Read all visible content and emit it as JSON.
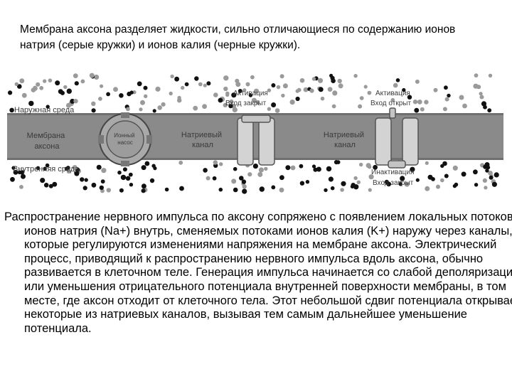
{
  "caption": "Мембрана аксона разделяет жидкости, сильно отличающиеся по содержанию ионов натрия (серые кружки) и ионов калия (черные кружки).",
  "diagram": {
    "outer_medium": "Наружная среда",
    "inner_medium": "Внутренняя среда",
    "membrane_label": [
      "Мембрана",
      "аксона"
    ],
    "pump_label": [
      "Ионный",
      "насос"
    ],
    "sodium_channel_1": [
      "Натриевый",
      "канал"
    ],
    "sodium_channel_2": [
      "Натриевый",
      "канал"
    ],
    "activation_1": [
      "Активация",
      "Вход закрыт"
    ],
    "activation_2": [
      "Активация",
      "Вход открыт"
    ],
    "inactivation_2": [
      "Инактивация",
      "Вход закрыт"
    ],
    "colors": {
      "membrane": "#8a8a8a",
      "potassium_ion": "#111111",
      "sodium_ion": "#9a9a9a"
    }
  },
  "body_text": "Распространение нервного импульса по аксону сопряжено с появлением локальных потоков ионов натрия (Na+) внутрь, сменяемых потоками ионов калия (K+) наружу через каналы, которые регулируются изменениями напряжения на мембране аксона. Электрический процесс, приводящий к распространению нервного импульса вдоль аксона, обычно развивается в клеточном теле. Генерация импульса начинается со слабой деполяризации, или уменьшения отрицательного потенциала внутренней поверхности мембраны, в том месте, где аксон отходит от клеточного тела. Этот небольшой сдвиг потенциала открывает некоторые из натриевых каналов, вызывая тем самым дальнейшее уменьшение потенциала."
}
